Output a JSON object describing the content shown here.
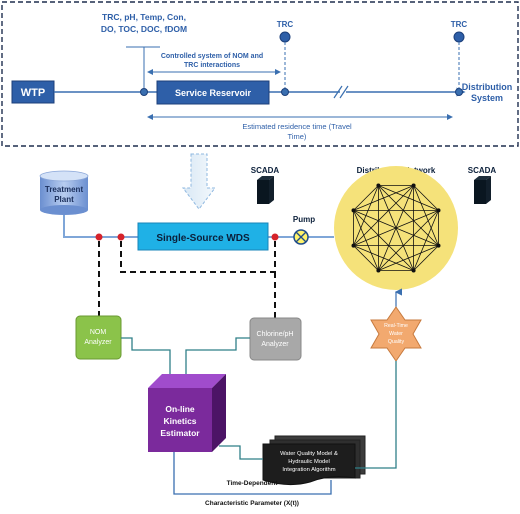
{
  "top_panel": {
    "wtp_label": "WTP",
    "params_line1": "TRC, pH, Temp, Con,",
    "params_line2": "DO, TOC, DOC, fDOM",
    "trc_label_1": "TRC",
    "trc_label_2": "TRC",
    "controlled_line1": "Controlled system of NOM and",
    "controlled_line2": "TRC interactions",
    "service_reservoir_label": "Service Reservoir",
    "distribution_line1": "Distribution",
    "distribution_line2": "System",
    "residence_line1": "Estimated residence time (Travel",
    "residence_line2": "Time)"
  },
  "bottom_panel": {
    "treatment_line1": "Treatment",
    "treatment_line2": "Plant",
    "scada_label_1": "SCADA",
    "scada_label_2": "SCADA",
    "distribution_network_label": "Distribution Network",
    "single_source_label": "Single-Source WDS",
    "pump_label": "Pump",
    "nom_line1": "NOM",
    "nom_line2": "Analyzer",
    "chlorine_line1": "Chlorine/pH",
    "chlorine_line2": "Analyzer",
    "rtwq_line1": "Real-Time",
    "rtwq_line2": "Water",
    "rtwq_line3": "Quality",
    "kinetics_line1": "On-line",
    "kinetics_line2": "Kinetics",
    "kinetics_line3": "Estimator",
    "model_line1": "Water Quality Model &",
    "model_line2": "Hydraulic Model",
    "model_line3": "Integration Algorithm",
    "time_dep_line1": "Time-Dependent",
    "time_dep_line2": "Characteristic Parameter (X(t))"
  },
  "colors": {
    "pipe_blue": "#3a6fb0",
    "reservoir_blue": "#2e5fa8",
    "wds_cyan": "#1fb1e6",
    "network_yellow": "#f5e27a",
    "nom_green": "#8bc34a",
    "chlorine_gray": "#a8a8a8",
    "kinetics_purple": "#7b2a9c",
    "star_orange": "#f2a96f",
    "valve_red": "#d6232a"
  }
}
